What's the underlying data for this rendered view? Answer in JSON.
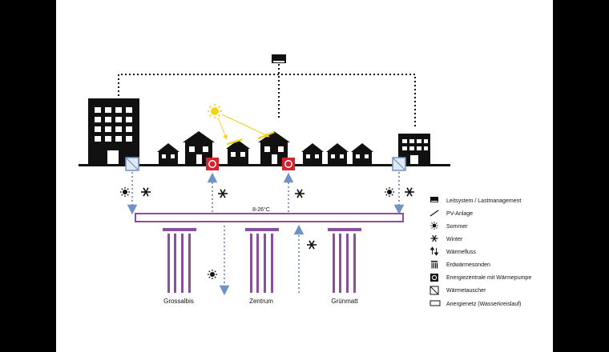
{
  "diagram": {
    "temperature_label": "8-26°C",
    "fields": [
      {
        "id": "grossalbis",
        "label": "Grossalbis"
      },
      {
        "id": "zentrum",
        "label": "Zentrum"
      },
      {
        "id": "gruenmatt",
        "label": "Grünmatt"
      }
    ]
  },
  "legend": {
    "items": [
      {
        "icon": "control-system-icon",
        "label": "Leitsystem / Lastmanagement"
      },
      {
        "icon": "pv-panel-icon",
        "label": "PV-Anlage"
      },
      {
        "icon": "sun-icon",
        "label": "Sommer"
      },
      {
        "icon": "snowflake-icon",
        "label": "Winter"
      },
      {
        "icon": "heat-flow-icon",
        "label": "Wärmefluss"
      },
      {
        "icon": "geothermal-probe-icon",
        "label": "Erdwärmesonden"
      },
      {
        "icon": "energy-center-icon",
        "label": "Energiezentrale mit Wärmepumpe"
      },
      {
        "icon": "heat-exchanger-icon",
        "label": "Wärmetauscher"
      },
      {
        "icon": "anergy-network-icon",
        "label": "Anergienetz (Wasserkreislauf)"
      }
    ]
  },
  "colors": {
    "background_outer": "#000000",
    "canvas": "#ffffff",
    "ink": "#111111",
    "network_purple": "#8a4f9e",
    "flow_blue": "#6f93c6",
    "energy_red": "#d9202b",
    "sun_yellow": "#f2d21a",
    "exchanger_fill": "#dfe8f3"
  }
}
